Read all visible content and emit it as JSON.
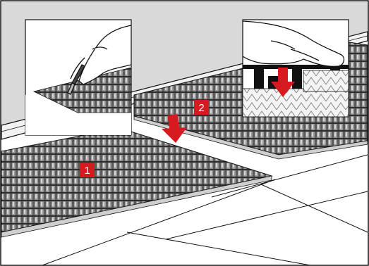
{
  "figure": {
    "kind": "installation-illustration",
    "icons": {
      "hand_cutting": "hand-with-cutter-icon",
      "hand_pressing": "hand-pressing-icon",
      "arrow_down": "arrow-down-icon"
    }
  },
  "steps": [
    {
      "number": "1"
    },
    {
      "number": "2"
    }
  ],
  "colors": {
    "accent": "#d71920",
    "wall": "#d9d9d9",
    "floor": "#ffffff",
    "panel_dark": "#3a3a3a",
    "panel_mid": "#8a8a8a",
    "panel_light": "#cfcfcf",
    "line": "#111111"
  }
}
